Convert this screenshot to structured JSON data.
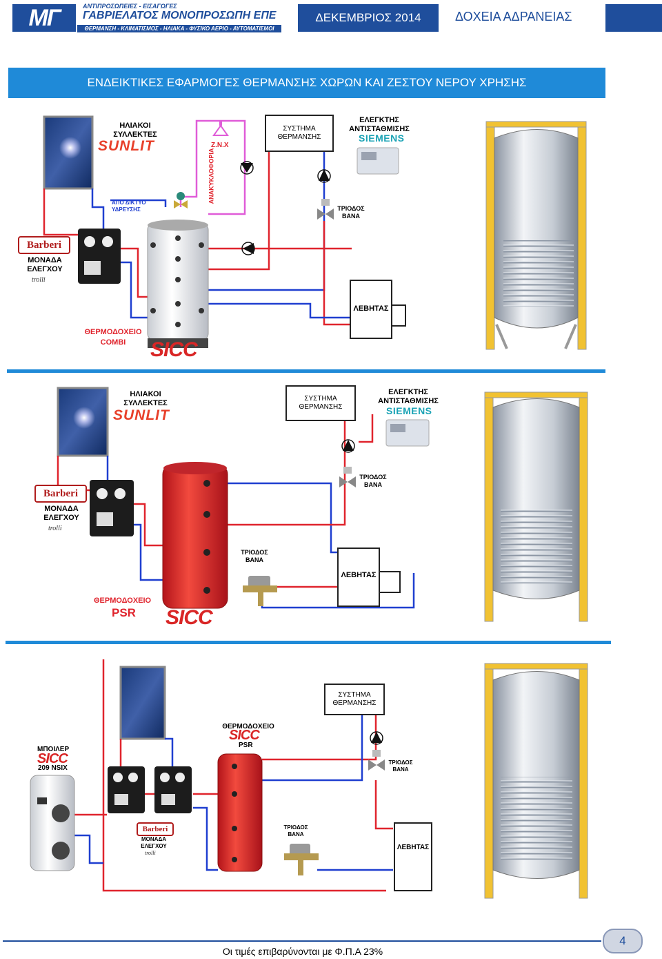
{
  "header": {
    "logo_text": "ΜΓ",
    "company_subtitle": "ΑΝΤΙΠΡΟΣΩΠΕΙΕΣ - ΕΙΣΑΓΩΓΕΣ",
    "company_name": "ΓΑΒΡΙΕΛΑΤΟΣ ΜΟΝΟΠΡΟΣΩΠΗ ΕΠΕ",
    "company_tagline": "ΘΕΡΜΑΝΣΗ - ΚΛΙΜΑΤΙΣΜΟΣ - ΗΛΙΑΚΑ - ΦΥΣΙΚΟ ΑΕΡΙΟ - ΑΥΤΟΜΑΤΙΣΜΟΙ",
    "month": "ΔΕΚΕΜΒΡΙΟΣ 2014",
    "category": "ΔΟΧΕΙΑ ΑΔΡΑΝΕΙΑΣ"
  },
  "title": "ΕΝΔΕΙΚΤΙΚΕΣ ΕΦΑΡΜΟΓΕΣ ΘΕΡΜΑΝΣΗΣ ΧΩΡΩΝ ΚΑΙ ΖΕΣΤΟΥ ΝΕΡΟΥ ΧΡΗΣΗΣ",
  "diagram1": {
    "collectors_label": "ΗΛΙΑΚΟΙ ΣΥΛΛΕΚΤΕΣ",
    "sunlit": "SUNLIT",
    "zn": "Ζ.Ν.Χ",
    "recirc": "ΑΝΑΚΥΚΛΟΦΟΡΙΑ",
    "heating_system": "ΣΥΣΤΗΜΑ ΘΕΡΜΑΝΣΗΣ",
    "controller": "ΕΛΕΓΚΤΗΣ ΑΝΤΙΣΤΑΘΜΙΣΗΣ",
    "siemens": "SIEMENS",
    "water_net": "ΑΠΟ ΔΙΚΤΥΟ ΥΔΡΕΥΣΗΣ",
    "three_way": "ΤΡΙΟΔΟΣ ΒΑΝΑ",
    "barberi": "Barberi",
    "control_unit": "ΜΟΝΑΔΑ ΕΛΕΓΧΟΥ",
    "trolli": "trolli",
    "boiler": "ΛΕΒΗΤΑΣ",
    "tank": "ΘΕΡΜΟΔΟΧΕΙΟ COMBI",
    "sicc": "SICC"
  },
  "diagram2": {
    "collectors_label": "ΗΛΙΑΚΟΙ ΣΥΛΛΕΚΤΕΣ",
    "sunlit": "SUNLIT",
    "heating_system": "ΣΥΣΤΗΜΑ ΘΕΡΜΑΝΣΗΣ",
    "controller": "ΕΛΕΓΚΤΗΣ ΑΝΤΙΣΤΑΘΜΙΣΗΣ",
    "siemens": "SIEMENS",
    "three_way_a": "ΤΡΙΟΔΟΣ ΒΑΝΑ",
    "three_way_b": "ΤΡΙΟΔΟΣ ΒΑΝΑ",
    "barberi": "Barberi",
    "control_unit": "ΜΟΝΑΔΑ ΕΛΕΓΧΟΥ",
    "trolli": "trolli",
    "boiler": "ΛΕΒΗΤΑΣ",
    "tank_label": "ΘΕΡΜΟΔΟΧΕΙΟ",
    "tank_model": "PSR",
    "sicc": "SICC"
  },
  "diagram3": {
    "heating_system": "ΣΥΣΤΗΜΑ ΘΕΡΜΑΝΣΗΣ",
    "tank_label": "ΘΕΡΜΟΔΟΧΕΙΟ",
    "tank_sicc": "SICC",
    "tank_model": "PSR",
    "boiler_tank_label": "ΜΠΟΙΛΕΡ",
    "boiler_tank_sicc": "SICC",
    "boiler_tank_model": "209 NSIX",
    "three_way_a": "ΤΡΙΟΔΟΣ ΒΑΝΑ",
    "three_way_b": "ΤΡΙΟΔΟΣ ΒΑΝΑ",
    "barberi": "Barberi",
    "control_unit": "ΜΟΝΑΔΑ ΕΛΕΓΧΟΥ",
    "trolli": "trolli",
    "boiler": "ΛΕΒΗΤΑΣ"
  },
  "footer": {
    "note": "Οι τιμές επιβαρύνονται με Φ.Π.Α 23%",
    "page": "4"
  }
}
